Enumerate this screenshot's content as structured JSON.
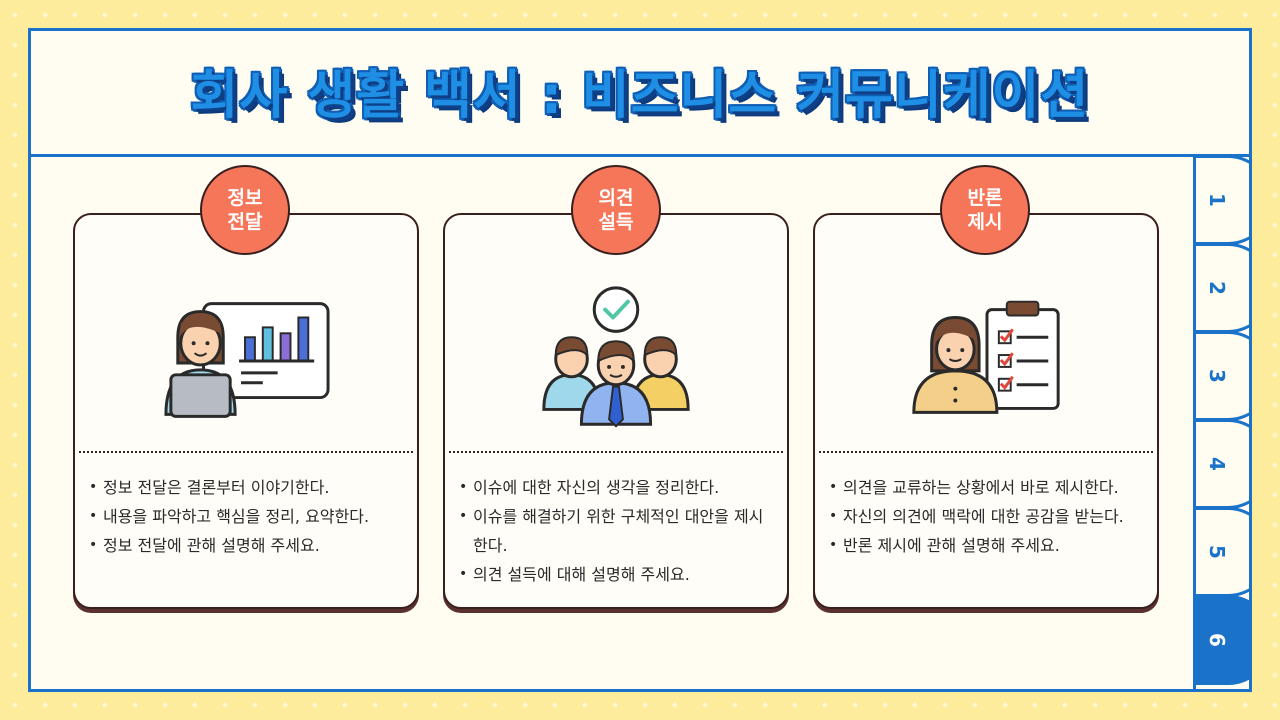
{
  "title": "회사 생활 백서 : 비즈니스 커뮤니케이션",
  "tabs": [
    "1",
    "2",
    "3",
    "4",
    "5",
    "6"
  ],
  "active_tab": "6",
  "cards": [
    {
      "badge": [
        "정보",
        "전달"
      ],
      "illustration": "presenter-with-chart-icon",
      "bullets": [
        "정보 전달은 결론부터 이야기한다.",
        "내용을 파악하고 핵심을 정리, 요약한다.",
        "정보 전달에 관해 설명해 주세요."
      ]
    },
    {
      "badge": [
        "의견",
        "설득"
      ],
      "illustration": "team-with-checkmark-icon",
      "bullets": [
        "이슈에 대한 자신의 생각을 정리한다.",
        "이슈를 해결하기 위한 구체적인 대안을 제시한다.",
        "의견 설득에 대해 설명해 주세요."
      ]
    },
    {
      "badge": [
        "반론",
        "제시"
      ],
      "illustration": "person-with-checklist-icon",
      "bullets": [
        "의견을 교류하는 상황에서 바로 제시한다.",
        "자신의 의견에 맥락에 대한 공감을 받는다.",
        "반론 제시에 관해 설명해 주세요."
      ]
    }
  ],
  "colors": {
    "background": "#fdec9c",
    "frame": "#1a73c9",
    "title": "#1f8fe5",
    "badge": "#f6765a"
  }
}
